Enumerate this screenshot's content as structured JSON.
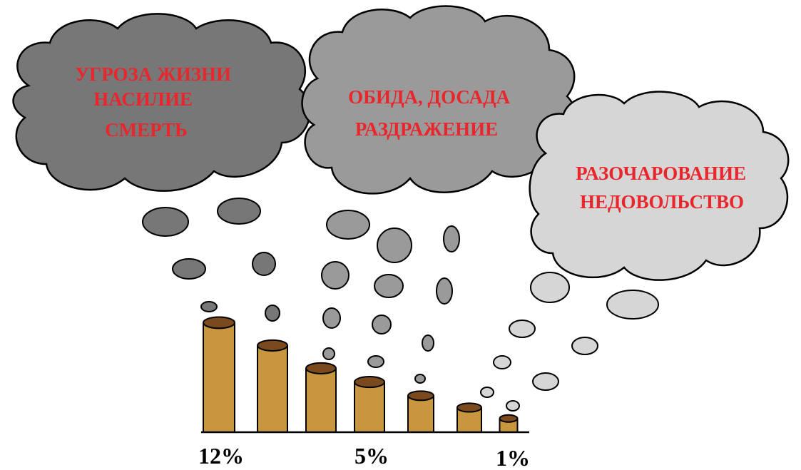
{
  "colors": {
    "cloud_dark": "#777777",
    "cloud_mid": "#9a9a9a",
    "cloud_light": "#d6d6d6",
    "text_red": "#e8262b",
    "jar_body": "#c8963e",
    "jar_top": "#7a4a1e"
  },
  "clouds": [
    {
      "lines": [
        "УГРОЗА ЖИЗНИ",
        "НАСИЛИЕ",
        "СМЕРТЬ"
      ],
      "shade": "dark"
    },
    {
      "lines": [
        "ОБИДА, ДОСАДА",
        "РАЗДРАЖЕНИЕ"
      ],
      "shade": "mid"
    },
    {
      "lines": [
        "РАЗОЧАРОВАНИЕ",
        "НЕДОВОЛЬСТВО"
      ],
      "shade": "light"
    }
  ],
  "chart_data": {
    "type": "bar",
    "values": [
      12,
      9.5,
      7,
      5.5,
      4,
      2.7,
      1.5
    ],
    "tick_labels": [
      "12%",
      "5%",
      "1%"
    ],
    "xlabel": "",
    "ylabel": ""
  }
}
